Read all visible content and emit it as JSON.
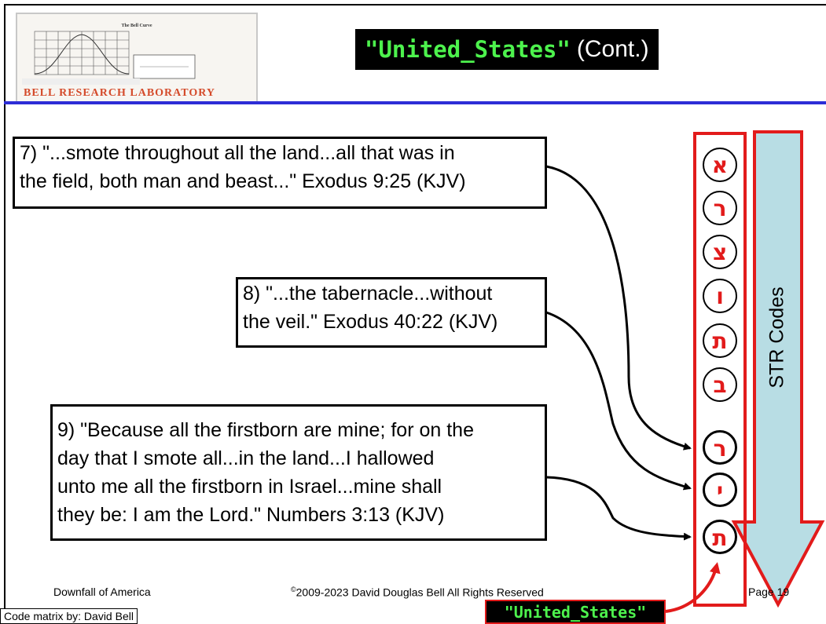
{
  "slide": {
    "logo": {
      "chart_title": "The Bell Curve",
      "lab_name": "BELL RESEARCH LABORATORY"
    },
    "title": {
      "code": "\"United_States\"",
      "suffix": "(Cont.)"
    },
    "verses": [
      {
        "lines": [
          "7) \"...smote throughout all the land...all that was in",
          "the field, both man and beast...\" Exodus 9:25 (KJV)"
        ]
      },
      {
        "lines": [
          "8) \"...the tabernacle...without",
          "the veil.\" Exodus 40:22 (KJV)"
        ]
      },
      {
        "lines": [
          "9) \"Because all the firstborn are mine; for on the",
          "day that I smote all...in the land...I hallowed",
          "unto me all the firstborn in Israel...mine shall",
          "they be: I am the Lord.\" Numbers 3:13 (KJV)"
        ]
      }
    ],
    "letters": [
      "א",
      "ר",
      "צ",
      "ו",
      "ת",
      "ב",
      "ר",
      "י",
      "ת"
    ],
    "arrow_label": "STR Codes",
    "footer": {
      "left": "Downfall of America",
      "copyright_symbol": "©",
      "copyright_text": "2009-2023 David Douglas Bell All Rights Reserved",
      "page": "Page 19"
    },
    "credit": "Code matrix by: David Bell",
    "tag": "\"United_States\"",
    "colors": {
      "accent_red": "#e21b1b",
      "code_green": "#4df24d",
      "rule_blue": "#2d2dd6",
      "arrow_fill": "#b8dde4"
    }
  }
}
